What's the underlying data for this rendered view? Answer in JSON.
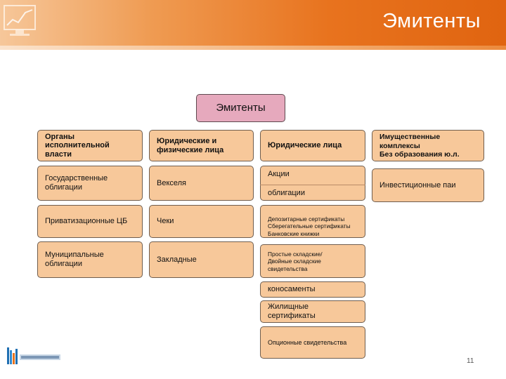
{
  "header": {
    "title": "Эмитенты"
  },
  "diagram": {
    "root": "Эмитенты",
    "col1": [
      "Органы исполнительной власти",
      "Государственные облигации",
      "Приватизационные ЦБ",
      "Муниципальные облигации"
    ],
    "col2": [
      "Юридические и физические лица",
      "Векселя",
      "Чеки",
      "Закладные"
    ],
    "col3": {
      "header": "Юридические лица",
      "aktsii": "Акции",
      "obligatsii": "облигации",
      "certs": [
        "Депозитарные сертификаты",
        "Сберегательные сертификаты",
        "Банковские книжки"
      ],
      "skladskie": [
        "Простые складские/",
        "Двойные складские",
        "свидетельства"
      ],
      "konosamenty": "коносаменты",
      "zhilishchnye": [
        "Жилищные",
        "сертификаты"
      ],
      "optsionnye": "Опционные свидетельства"
    },
    "col4": {
      "header": [
        "Имущественные",
        "комплексы",
        "Без образования ю.л."
      ],
      "pai": "Инвестиционные паи"
    }
  },
  "footer": {
    "page_number": "11"
  },
  "colors": {
    "box_fill": "#f7c89a",
    "title_fill": "#e6a9bd",
    "header_orange": "#e8731e"
  }
}
